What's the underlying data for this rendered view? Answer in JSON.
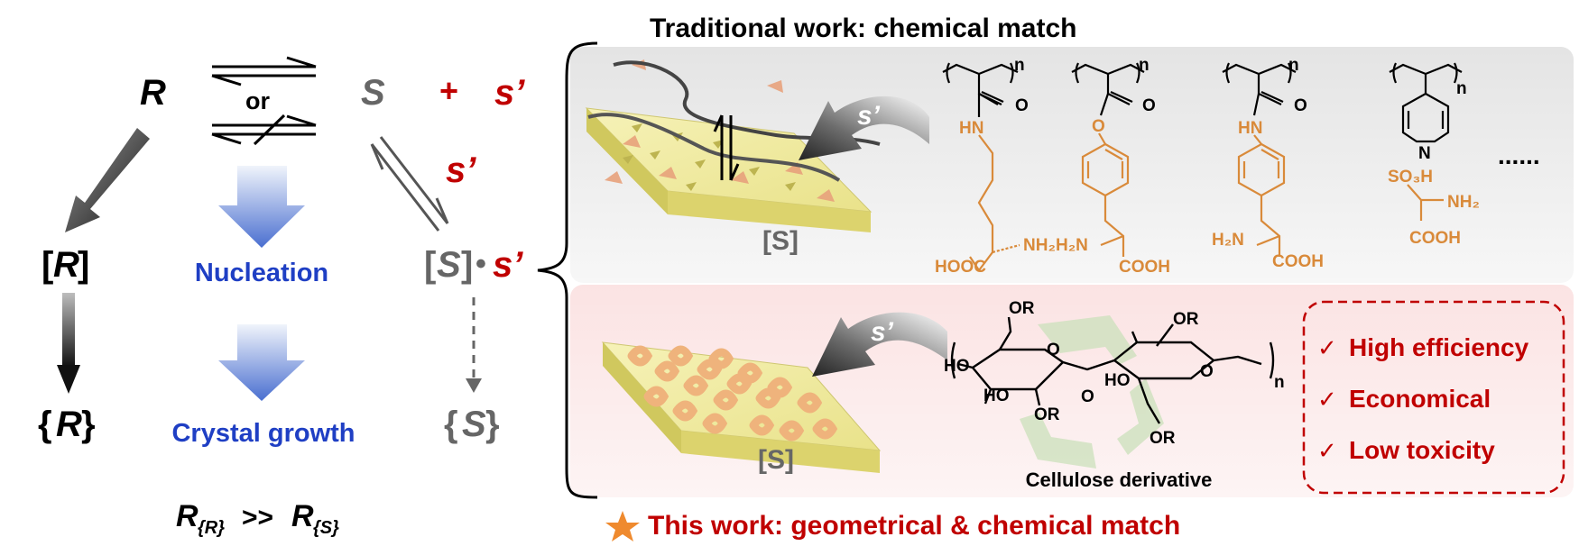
{
  "mechanism": {
    "r_label": "R",
    "or_label": "or",
    "s_label": "S",
    "plus_label": "+",
    "s_prime_label": "s’",
    "bracket_r_open": "[",
    "bracket_r_close": "]",
    "curly_r_open": "{",
    "curly_r_close": "}",
    "nucleation_label": "Nucleation",
    "crystal_growth_label": "Crystal growth",
    "complex_dot": "•",
    "rate_expression": {
      "r1": "R",
      "sub1": "{R}",
      "operator": ">>",
      "r2": "R",
      "sub2": "{S}"
    }
  },
  "traditional": {
    "title": "Traditional work: chemical match",
    "surface_label": "[S]",
    "s_prime_arrow_label": "s’",
    "ellipsis": "......",
    "polymers": [
      {
        "n": "n",
        "o": "O",
        "hn": "HN",
        "cooh": "HOOC",
        "amine": "NH₂"
      },
      {
        "n": "n",
        "o": "O",
        "o2": "O",
        "amine": "H₂N",
        "cooh": "COOH"
      },
      {
        "n": "n",
        "o": "O",
        "hn": "HN",
        "amine": "H₂N",
        "cooh": "COOH"
      },
      {
        "n": "n",
        "ring_n": "N",
        "so3h": "SO₃H",
        "amine": "NH₂",
        "cooh": "COOH"
      }
    ]
  },
  "this_work": {
    "title": "This work: geometrical & chemical match",
    "surface_label": "[S]",
    "s_prime_arrow_label": "s’",
    "cellulose_label": "Cellulose derivative",
    "cellulose_groups": [
      "OR",
      "HO",
      "O",
      "OR",
      "O",
      "HO",
      "OR",
      "O",
      "OR",
      "n"
    ],
    "advantages": [
      "High efficiency",
      "Economical",
      "Low toxicity"
    ],
    "check_mark": "✓"
  },
  "colors": {
    "red": "#c00000",
    "blue": "#1f3fc4",
    "gray": "#606060",
    "orange": "#d98a3a",
    "surface": "#efea9c"
  }
}
